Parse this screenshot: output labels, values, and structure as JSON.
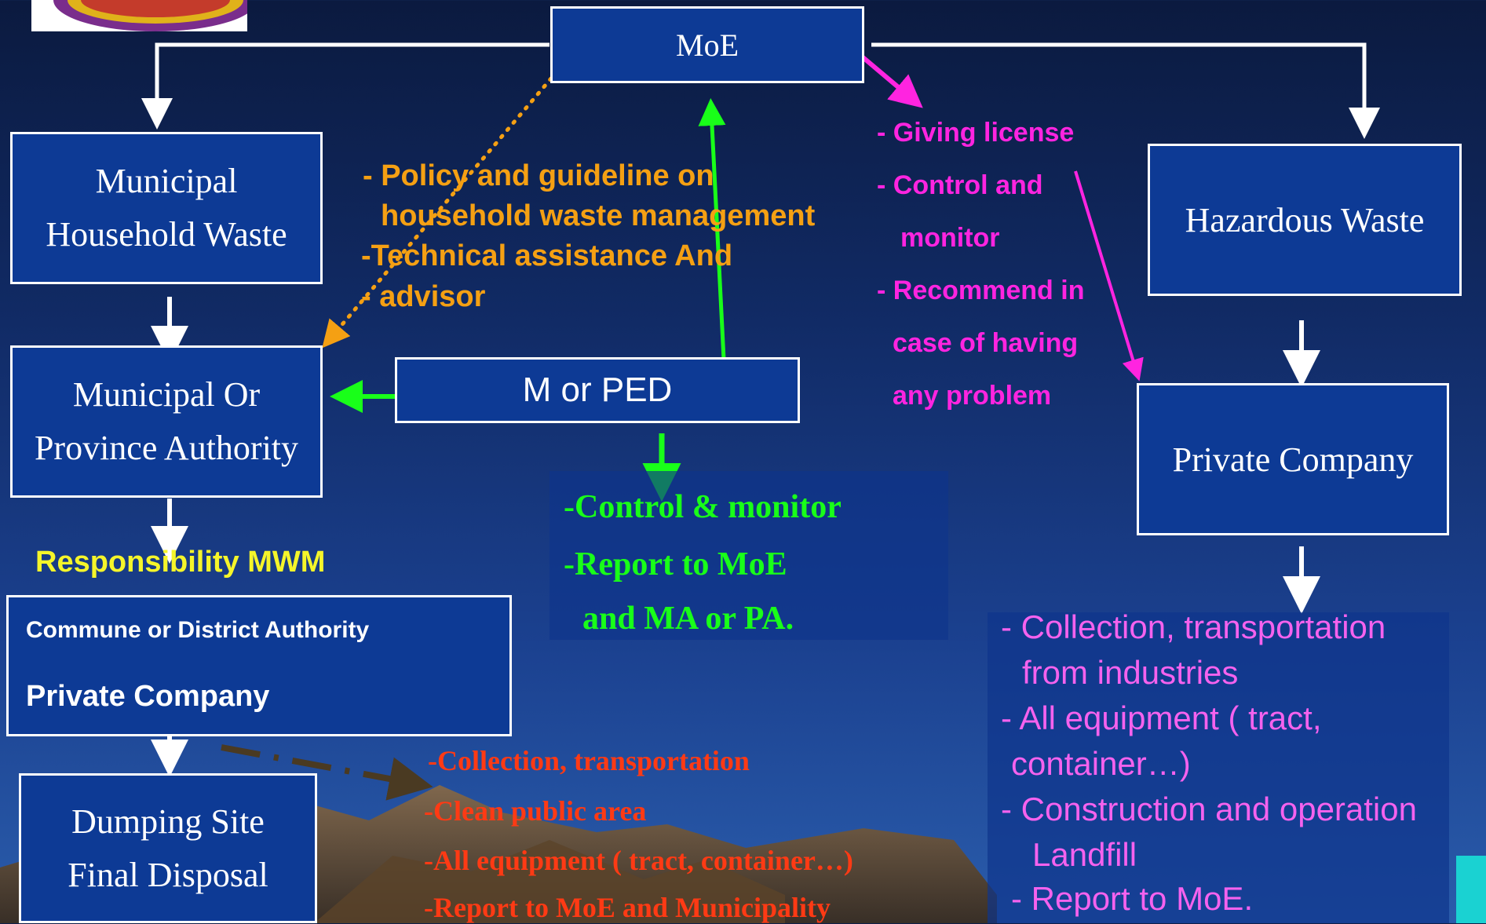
{
  "boxes": {
    "moe": "MoE",
    "municipal_household": [
      "Municipal",
      "Household Waste"
    ],
    "municipal_authority": [
      "Municipal Or",
      "Province Authority"
    ],
    "m_or_ped": "M or PED",
    "hazardous": "Hazardous Waste",
    "private_company_right": "Private Company",
    "commune": {
      "line1": "Commune or District Authority",
      "line2": "Private Company"
    },
    "dumping": [
      "Dumping Site",
      "Final Disposal"
    ]
  },
  "responsibility": "Responsibility MWM",
  "moe_policy": [
    "- Policy and guideline on",
    "household waste management",
    "-Technical assistance And",
    "-  advisor"
  ],
  "moe_roles_hazardous": [
    "- Giving license",
    "- Control and",
    "monitor",
    "- Recommend in",
    "case of having",
    "any problem"
  ],
  "ped_roles": [
    "-Control & monitor",
    "-Report to MoE",
    "and MA or PA."
  ],
  "commune_roles": [
    "-Collection, transportation",
    "-Clean public area",
    "-All equipment (  tract,  container…)",
    "-Report to MoE and Municipality"
  ],
  "private_roles": [
    "- Collection, transportation",
    "from industries",
    "- All equipment (  tract,",
    "container…)",
    "-  Construction and operation",
    "Landfill",
    "- Report to MoE."
  ],
  "colors": {
    "box_fill": "#0d3a95",
    "orange": "#f5a013",
    "magenta": "#ff24e0",
    "green": "#19ff19",
    "red": "#ff3a14",
    "pink": "#f562ee",
    "yellow": "#f5f52a"
  }
}
